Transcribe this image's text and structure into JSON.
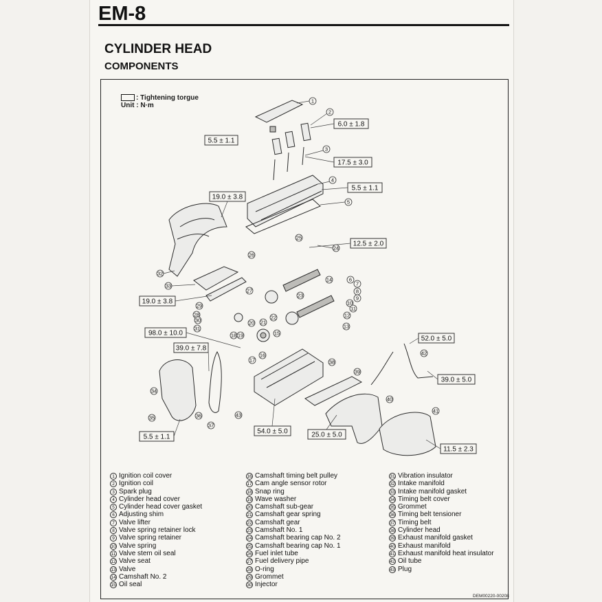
{
  "header": {
    "page_id": "EM-8",
    "section_title": "CYLINDER HEAD",
    "section_subtitle": "COMPONENTS"
  },
  "legend": {
    "torque_label": ": Tightening torgue",
    "unit_label": "Unit : N·m"
  },
  "torque_values": [
    "5.5 ± 1.1",
    "6.0 ± 1.8",
    "17.5 ± 3.0",
    "5.5 ± 1.1",
    "19.0 ± 3.8",
    "12.5 ± 2.0",
    "19.0 ± 3.8",
    "98.0 ± 10.0",
    "39.0 ± 7.8",
    "52.0 ± 5.0",
    "39.0 ± 5.0",
    "54.0 ± 5.0",
    "25.0 ± 5.0",
    "5.5 ± 1.1",
    "11.5 ± 2.3"
  ],
  "callout_numbers": [
    "1",
    "2",
    "3",
    "4",
    "5",
    "6",
    "7",
    "8",
    "9",
    "10",
    "11",
    "12",
    "13",
    "14",
    "15",
    "16",
    "17",
    "18",
    "19",
    "20",
    "21",
    "22",
    "23",
    "24",
    "25",
    "26",
    "27",
    "28",
    "29",
    "30",
    "31",
    "32",
    "33",
    "34",
    "35",
    "36",
    "37",
    "38",
    "39",
    "40",
    "41",
    "42",
    "43"
  ],
  "parts": [
    {
      "n": "1",
      "name": "Ignition coil cover"
    },
    {
      "n": "2",
      "name": "Ignition coil"
    },
    {
      "n": "3",
      "name": "Spark plug"
    },
    {
      "n": "4",
      "name": "Cylinder head cover"
    },
    {
      "n": "5",
      "name": "Cylinder head cover gasket"
    },
    {
      "n": "6",
      "name": "Adjusting shim"
    },
    {
      "n": "7",
      "name": "Valve lifter"
    },
    {
      "n": "8",
      "name": "Valve spring retainer lock"
    },
    {
      "n": "9",
      "name": "Valve spring retainer"
    },
    {
      "n": "10",
      "name": "Valve spring"
    },
    {
      "n": "11",
      "name": "Valve stem oil seal"
    },
    {
      "n": "12",
      "name": "Valve seat"
    },
    {
      "n": "13",
      "name": "Valve"
    },
    {
      "n": "14",
      "name": "Camshaft No. 2"
    },
    {
      "n": "15",
      "name": "Oil seal"
    },
    {
      "n": "16",
      "name": "Camshaft timing belt pulley"
    },
    {
      "n": "17",
      "name": "Cam angle sensor rotor"
    },
    {
      "n": "18",
      "name": "Snap ring"
    },
    {
      "n": "19",
      "name": "Wave washer"
    },
    {
      "n": "20",
      "name": "Camshaft sub-gear"
    },
    {
      "n": "21",
      "name": "Camshaft gear spring"
    },
    {
      "n": "22",
      "name": "Camshaft gear"
    },
    {
      "n": "23",
      "name": "Camshaft No. 1"
    },
    {
      "n": "24",
      "name": "Camshaft bearing cap No. 2"
    },
    {
      "n": "25",
      "name": "Camshaft bearing cap No. 1"
    },
    {
      "n": "26",
      "name": "Fuel inlet tube"
    },
    {
      "n": "27",
      "name": "Fuel delivery pipe"
    },
    {
      "n": "28",
      "name": "O-ring"
    },
    {
      "n": "29",
      "name": "Grommet"
    },
    {
      "n": "30",
      "name": "Injector"
    },
    {
      "n": "31",
      "name": "Vibration insulator"
    },
    {
      "n": "32",
      "name": "Intake manifold"
    },
    {
      "n": "33",
      "name": "Intake manifold gasket"
    },
    {
      "n": "34",
      "name": "Timing belt cover"
    },
    {
      "n": "35",
      "name": "Grommet"
    },
    {
      "n": "36",
      "name": "Timing belt tensioner"
    },
    {
      "n": "37",
      "name": "Timing belt"
    },
    {
      "n": "38",
      "name": "Cylinder head"
    },
    {
      "n": "39",
      "name": "Exhaust manifold gasket"
    },
    {
      "n": "40",
      "name": "Exhaust manifold"
    },
    {
      "n": "41",
      "name": "Exhaust manifold heat insulator"
    },
    {
      "n": "42",
      "name": "Oil tube"
    },
    {
      "n": "43",
      "name": "Plug"
    }
  ],
  "doc_code": "DEM00220-00208"
}
